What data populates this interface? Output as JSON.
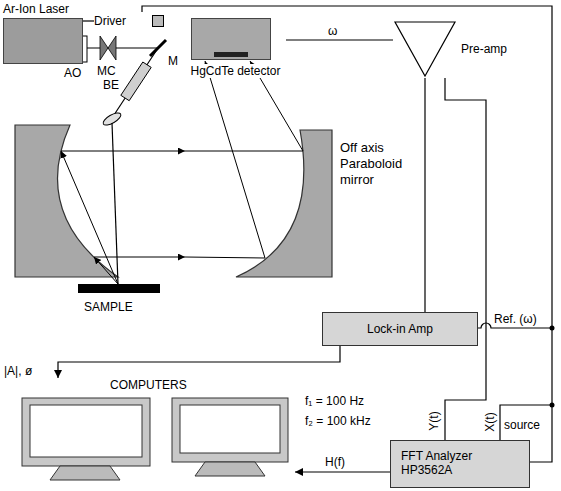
{
  "diagram": {
    "nodes": [
      {
        "text": [
          "Ar-Ion Laser"
        ]
      },
      {
        "text": [
          "Driver"
        ]
      },
      {
        "text": [
          "HgCdTe detector"
        ]
      },
      {
        "text": [
          "Pre-amp"
        ]
      },
      {
        "text": [
          "Lock-in Amp"
        ]
      },
      {
        "text": [
          "COMPUTERS"
        ]
      },
      {
        "text": [
          "FFT Analyzer HP3562A"
        ]
      }
    ],
    "edges": [
      {
        "from": 1,
        "to": 0,
        "arrow": "none"
      },
      {
        "from": 2,
        "to": 3,
        "label": "ω",
        "arrow": "none"
      },
      {
        "from": 3,
        "to": 4,
        "arrow": "none"
      },
      {
        "from": 3,
        "to": 6,
        "arrow": "none"
      },
      {
        "from": 4,
        "to": 5,
        "label": "|A|, ø",
        "arrow": "to"
      },
      {
        "from": 6,
        "to": 5,
        "label": "H(f)",
        "arrow": "to"
      },
      {
        "from": 6,
        "to": 1,
        "arrow": "none"
      }
    ],
    "labels": [
      "AO",
      "MC",
      "M",
      "BE",
      "Off axis Paraboloid mirror",
      "SAMPLE",
      "Ref. (ω)",
      "f₁ = 100 Hz",
      "f₂ = 100 kHz",
      "Y(t)",
      "X(t)",
      "source"
    ]
  }
}
